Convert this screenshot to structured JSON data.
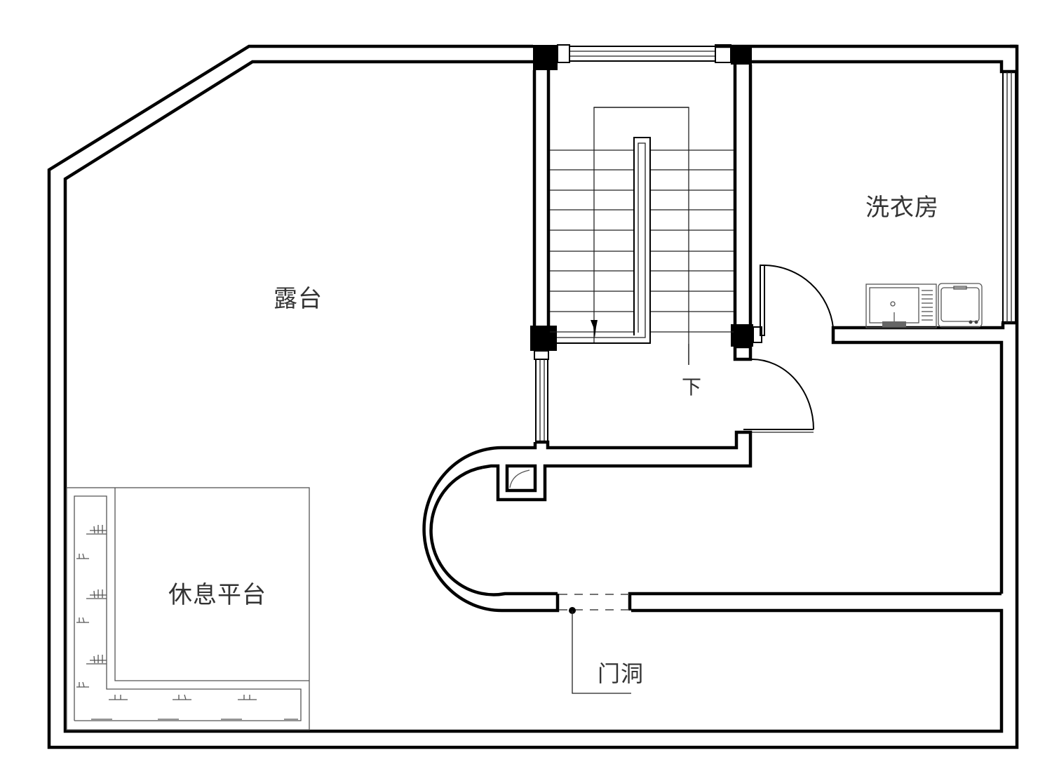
{
  "plan": {
    "type": "architectural floor plan",
    "colors": {
      "line": "#000000",
      "text": "#333333",
      "background": "#ffffff"
    }
  },
  "rooms": {
    "terrace": {
      "label": "露台"
    },
    "laundry": {
      "label": "洗衣房"
    },
    "rest_platform": {
      "label": "休息平台"
    }
  },
  "annotations": {
    "stair_down": {
      "label": "下"
    },
    "door_opening": {
      "label": "门洞"
    }
  },
  "fixtures": {
    "laundry_sink": {
      "name": "sink"
    },
    "washing_machine": {
      "name": "washing machine"
    },
    "stair_flights": {
      "steps_per_flight": 10
    }
  }
}
